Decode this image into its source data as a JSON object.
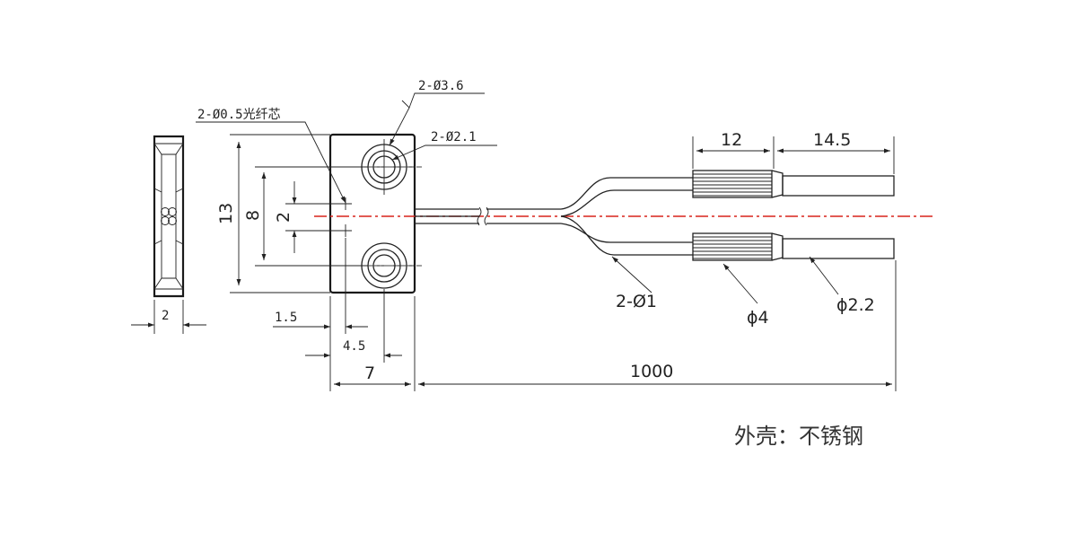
{
  "drawing": {
    "labels": {
      "fiber_core": "2-Ø0.5光纤芯",
      "hole_outer": "2-Ø3.6",
      "hole_inner": "2-Ø2.1",
      "dim_height_13": "13",
      "dim_pitch_8": "8",
      "dim_core_2": "2",
      "dim_thickness_2": "2",
      "dim_1_5": "1.5",
      "dim_4_5": "4.5",
      "dim_width_7": "7",
      "dim_cable_1000": "1000",
      "dim_sleeve_12": "12",
      "dim_end_14_5": "14.5",
      "fiber_dia": "2-Ø1",
      "sleeve_dia": "ϕ4",
      "end_dia": "ϕ2.2"
    },
    "note": "外壳：不锈钢"
  },
  "colors": {
    "line": "#222222",
    "centerline": "#d8241c"
  }
}
